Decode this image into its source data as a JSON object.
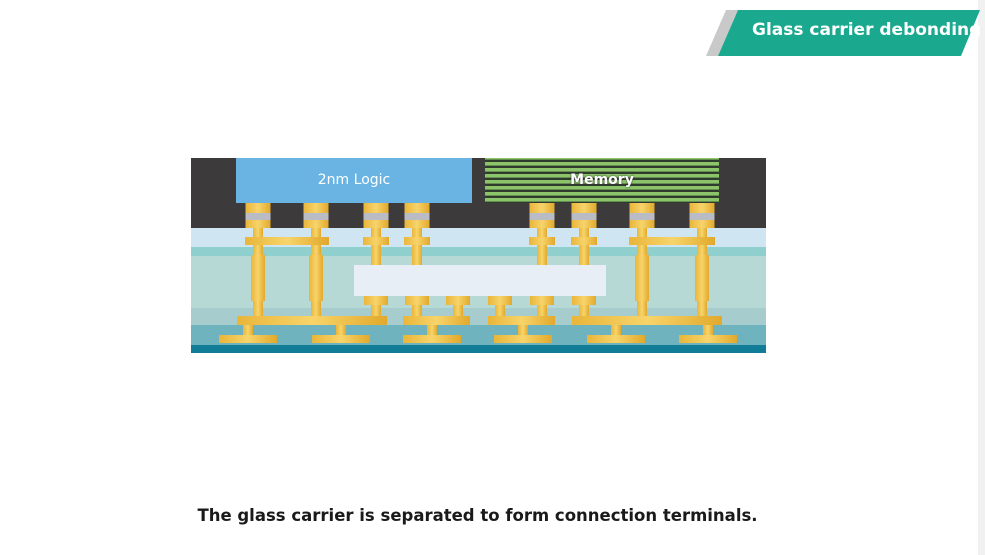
{
  "step_badge": {
    "label": "Glass carrier debonding",
    "color": "#1aa88f"
  },
  "diagram": {
    "logic_die_label": "2nm Logic",
    "memory_die_label": "Memory"
  },
  "caption": "The glass carrier is separated to form connection terminals."
}
